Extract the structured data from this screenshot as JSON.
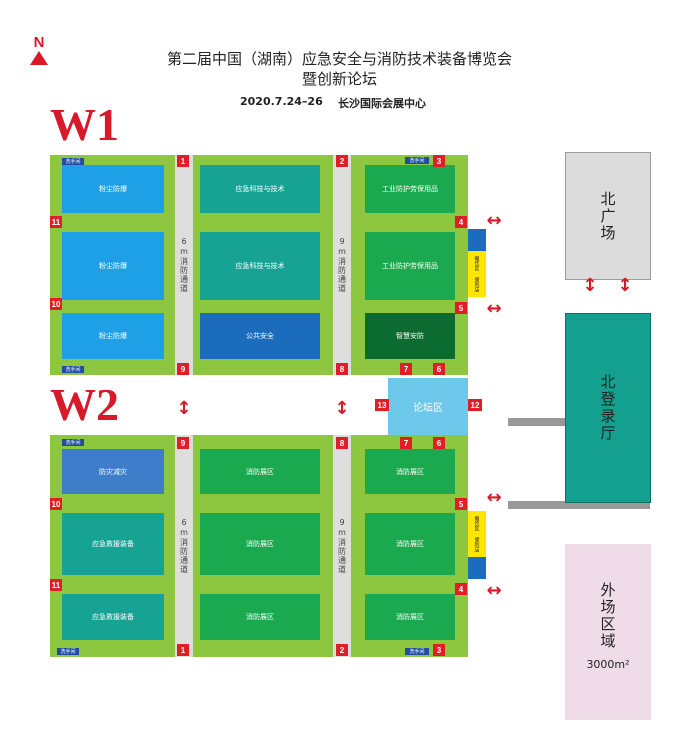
{
  "compass": {
    "label": "N"
  },
  "header": {
    "title_line1": "第二届中国（湖南）应急安全与消防技术装备博览会",
    "title_line2": "暨创新论坛",
    "date": "2020.7.24–26",
    "venue": "长沙国际会展中心"
  },
  "colors": {
    "hall_bg": "#8dc63f",
    "road": "#dedede",
    "gate": "#e01e26",
    "light_blue": "#1ea0e6",
    "teal": "#16a393",
    "green": "#1aa94e",
    "dark_green": "#0b6b30",
    "blue": "#1b6cbd",
    "forum": "#6ec8ec"
  },
  "w1": {
    "label": "W1",
    "wash_top": "洗手间",
    "wash_bottom": "洗手间",
    "wash_right": "洗手间",
    "left_col": [
      "粉尘防爆",
      "粉尘防爆",
      "粉尘防爆"
    ],
    "mid_col": [
      "应急科技与技术",
      "应急科技与技术",
      "公共安全"
    ],
    "right_col": [
      "工业防护劳保用品",
      "工业防护劳保用品",
      "智慧安防"
    ],
    "road_left": "6m消防通道",
    "road_right": "9m消防通道",
    "gates": {
      "g1": "1",
      "g2": "2",
      "g3": "3",
      "g4": "4",
      "g5": "5",
      "g6": "6",
      "g7": "7",
      "g8": "8",
      "g9": "9",
      "g10": "10",
      "g11": "11"
    },
    "service": "餐饮区 便利店"
  },
  "w2": {
    "label": "W2",
    "wash_top": "洗手间",
    "wash_bottom_left": "洗手间",
    "wash_bottom_right": "洗手间",
    "left_col": [
      "防灾减灾",
      "应急救援装备",
      "应急救援装备"
    ],
    "mid_col": [
      "消防展区",
      "消防展区",
      "消防展区"
    ],
    "right_col": [
      "消防展区",
      "消防展区",
      "消防展区"
    ],
    "road_left": "6m消防通道",
    "road_right": "9m消防通道",
    "gates": {
      "g1": "1",
      "g2": "2",
      "g3": "3",
      "g4": "4",
      "g5": "5",
      "g6": "6",
      "g7": "7",
      "g8": "8",
      "g9": "9",
      "g10": "10",
      "g11": "11"
    },
    "service": "餐饮区 便利店"
  },
  "forum": {
    "label": "论坛区",
    "gate_left": "13",
    "gate_right": "12"
  },
  "north_plaza": {
    "label": "北广场"
  },
  "north_hall": {
    "label": "北登录厅"
  },
  "outdoor": {
    "label": "外场区域",
    "area": "3000m²"
  }
}
